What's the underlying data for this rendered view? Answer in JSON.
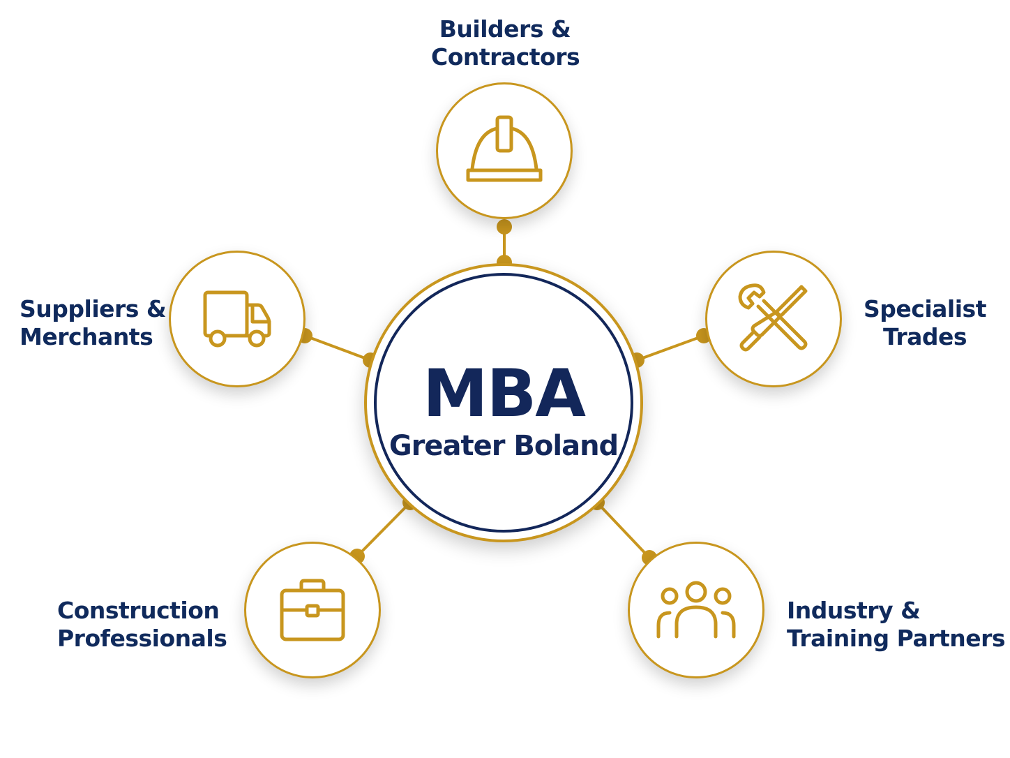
{
  "diagram": {
    "hub": {
      "title": "MBA",
      "subtitle": "Greater Boland"
    },
    "nodes": [
      {
        "id": "builders",
        "label_line1": "Builders &",
        "label_line2": "Contractors",
        "icon": "hard-hat-icon"
      },
      {
        "id": "specialist",
        "label_line1": "Specialist",
        "label_line2": "Trades",
        "icon": "wrench-screwdriver-icon"
      },
      {
        "id": "industry",
        "label_line1": "Industry &",
        "label_line2": "Training Partners",
        "icon": "people-group-icon"
      },
      {
        "id": "construction",
        "label_line1": "Construction",
        "label_line2": "Professionals",
        "icon": "briefcase-icon"
      },
      {
        "id": "suppliers",
        "label_line1": "Suppliers &",
        "label_line2": "Merchants",
        "icon": "delivery-truck-icon"
      }
    ],
    "colors": {
      "navy": "#13275a",
      "label_navy": "#102a5c",
      "gold": "#c8961e",
      "background": "#ffffff"
    }
  }
}
